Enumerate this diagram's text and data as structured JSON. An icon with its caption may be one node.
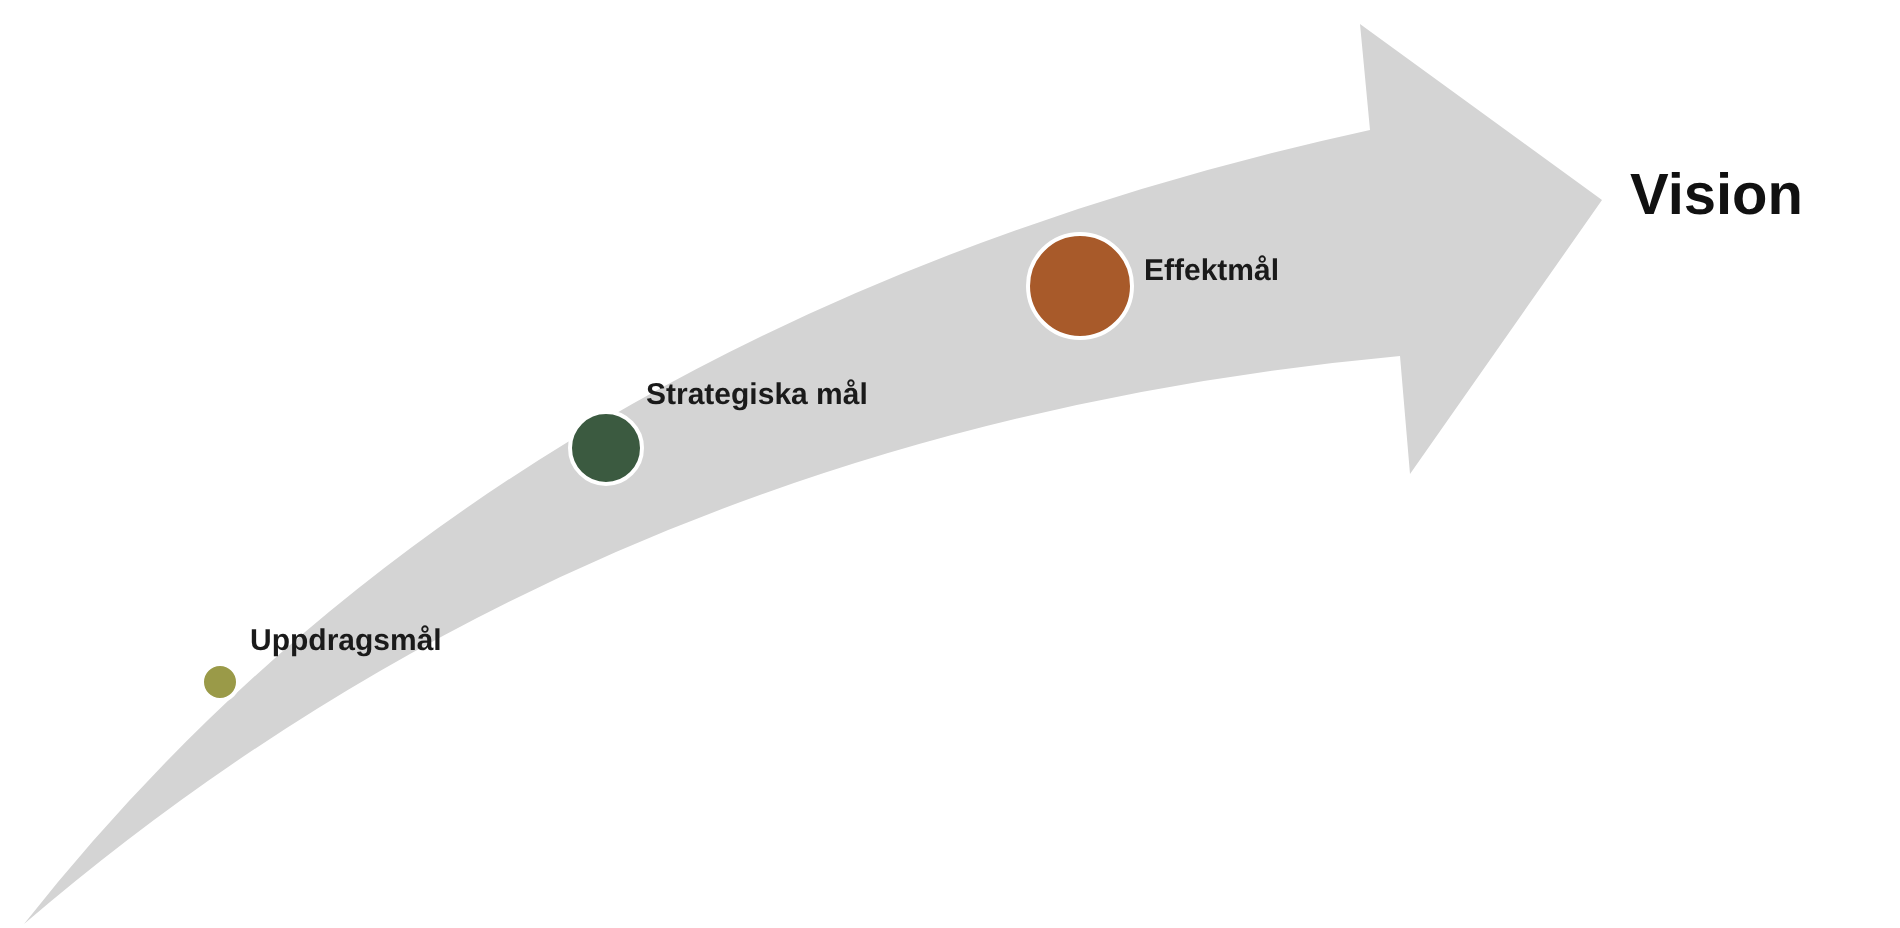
{
  "diagram": {
    "nodes": [
      {
        "text": [
          "Uppdragsmål"
        ]
      },
      {
        "text": [
          "Strategiska mål"
        ]
      },
      {
        "text": [
          "Effektmål"
        ]
      },
      {
        "text": [
          "Vision"
        ]
      }
    ],
    "edges": [
      {
        "from": null,
        "to": 3,
        "arrow": "to",
        "style": "thick",
        "color": "#d4d4d4"
      }
    ]
  }
}
